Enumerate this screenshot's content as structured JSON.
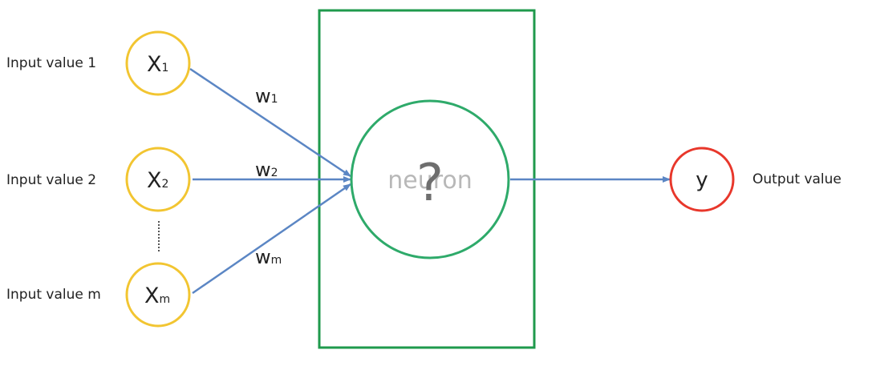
{
  "inputs": [
    {
      "label": "Input value 1",
      "symbol": "X",
      "sub": "1"
    },
    {
      "label": "Input value 2",
      "symbol": "X",
      "sub": "2"
    },
    {
      "label": "Input value m",
      "symbol": "X",
      "sub": "m"
    }
  ],
  "weights": [
    {
      "symbol": "w",
      "sub": "1"
    },
    {
      "symbol": "w",
      "sub": "2"
    },
    {
      "symbol": "w",
      "sub": "m"
    }
  ],
  "neuron": {
    "text": "neuron",
    "mark": "?"
  },
  "output": {
    "symbol": "y",
    "label": "Output value"
  },
  "colors": {
    "input_circle": "#f2c531",
    "neuron": "#2eaa6a",
    "box": "#1f9a4c",
    "output_circle": "#e8372b",
    "arrow": "#5b86c4",
    "text": "#222222",
    "neuron_text": "#b8b8b8",
    "question": "#6e6e6e"
  }
}
